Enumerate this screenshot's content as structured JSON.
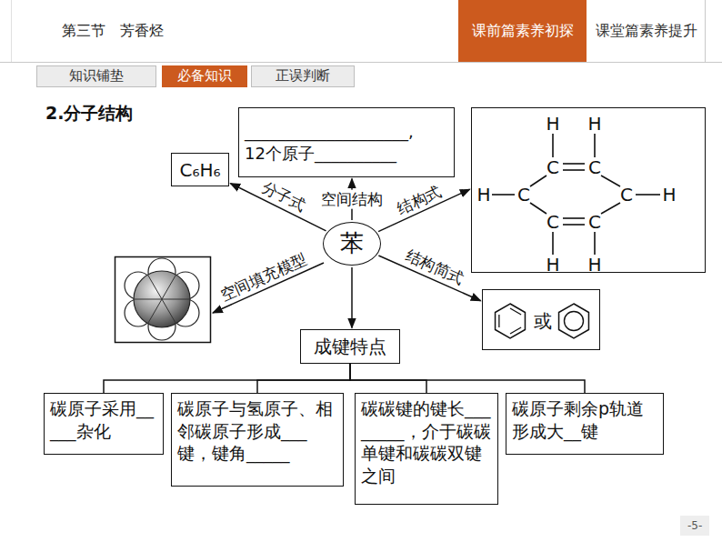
{
  "diagram": {
    "title": "第三节　芳香烃",
    "nodes": [
      {
        "text": [
          "课前篇素养初探"
        ]
      },
      {
        "text": [
          "课堂篇素养提升"
        ]
      },
      {
        "text": [
          "知识铺垫"
        ]
      },
      {
        "text": [
          "必备知识"
        ]
      },
      {
        "text": [
          "正误判断"
        ]
      },
      {
        "text": [
          "____________________,",
          "12个原子__________"
        ]
      },
      {
        "text": [
          "C₆H₆"
        ]
      },
      {
        "text": [
          "苯"
        ]
      },
      {
        "text": [
          "H",
          "H",
          "C",
          "C",
          "H",
          "C",
          "C",
          "H",
          "C",
          "C",
          "H",
          "H"
        ]
      },
      {
        "text": [
          "或"
        ]
      },
      {
        "text": [
          "成键特点"
        ]
      },
      {
        "text": [
          "碳原子采用_____杂化"
        ]
      },
      {
        "text": [
          "碳原子与氢原子、相邻碳原子形成___键，键角_____"
        ]
      },
      {
        "text": [
          "碳碳键的键长________，介于碳碳单键和碳碳双键之间"
        ]
      },
      {
        "text": [
          "碳原子剩余p轨道形成大__键"
        ]
      }
    ],
    "edges": [
      {
        "from": 7,
        "to": 6,
        "label": "分子式",
        "arrow": "to"
      },
      {
        "from": 7,
        "to": 5,
        "label": "空间结构",
        "arrow": "to"
      },
      {
        "from": 7,
        "to": 8,
        "label": "结构式",
        "arrow": "to"
      },
      {
        "from": 7,
        "to": 9,
        "label": "结构简式",
        "arrow": "to"
      },
      {
        "from": 7,
        "to": 10,
        "arrow": "to"
      },
      {
        "from": 10,
        "to": 11,
        "arrow": "none"
      },
      {
        "from": 10,
        "to": 12,
        "arrow": "none"
      },
      {
        "from": 10,
        "to": 13,
        "arrow": "none"
      },
      {
        "from": 10,
        "to": 14,
        "arrow": "none"
      }
    ],
    "labels": [
      "2.分子结构",
      "空间填充模型",
      "-5-"
    ]
  }
}
